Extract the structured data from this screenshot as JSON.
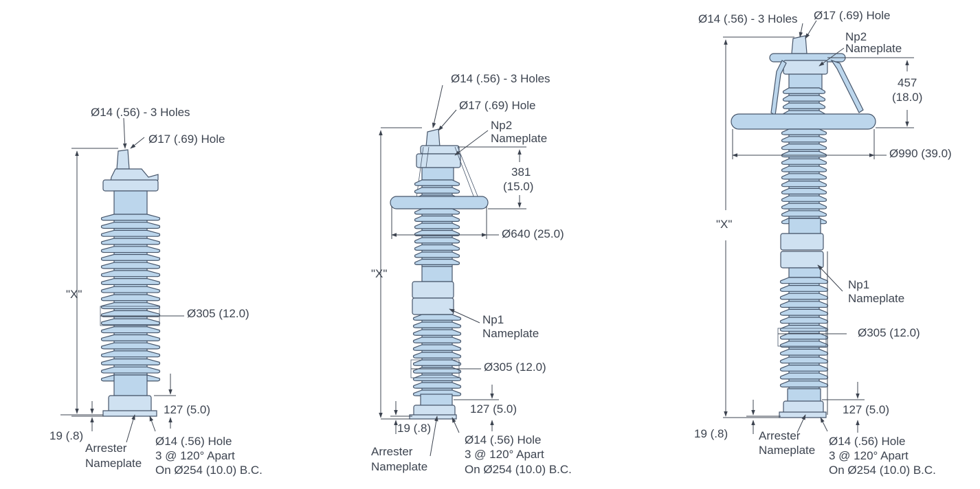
{
  "drawings": [
    {
      "labels": {
        "top_holes": "Ø14 (.56) - 3 Holes",
        "top_hole": "Ø17 (.69) Hole",
        "height": "\"X\"",
        "diameter": "Ø305 (12.0)",
        "base_height": "127 (5.0)",
        "base_thickness": "19 (.8)",
        "arrester_np_1": "Arrester",
        "arrester_np_2": "Nameplate",
        "base_hole_1": "Ø14 (.56) Hole",
        "base_hole_2": "3 @ 120° Apart",
        "base_hole_3": "On Ø254 (10.0) B.C."
      }
    },
    {
      "labels": {
        "top_holes": "Ø14 (.56) - 3 Holes",
        "top_hole": "Ø17 (.69) Hole",
        "np2_1": "Np2",
        "np2_2": "Nameplate",
        "ring_height_1": "381",
        "ring_height_2": "(15.0)",
        "ring_diameter": "Ø640 (25.0)",
        "height": "\"X\"",
        "np1_1": "Np1",
        "np1_2": "Nameplate",
        "diameter": "Ø305 (12.0)",
        "base_height": "127 (5.0)",
        "base_thickness": "19 (.8)",
        "arrester_np_1": "Arrester",
        "arrester_np_2": "Nameplate",
        "base_hole_1": "Ø14 (.56) Hole",
        "base_hole_2": "3 @ 120° Apart",
        "base_hole_3": "On Ø254 (10.0) B.C."
      }
    },
    {
      "labels": {
        "top_holes": "Ø14 (.56) - 3 Holes",
        "top_hole": "Ø17 (.69) Hole",
        "np2_1": "Np2",
        "np2_2": "Nameplate",
        "ring_height_1": "457",
        "ring_height_2": "(18.0)",
        "ring_diameter": "Ø990 (39.0)",
        "height": "\"X\"",
        "np1_1": "Np1",
        "np1_2": "Nameplate",
        "diameter": "Ø305 (12.0)",
        "base_height": "127 (5.0)",
        "base_thickness": "19 (.8)",
        "arrester_np_1": "Arrester",
        "arrester_np_2": "Nameplate",
        "base_hole_1": "Ø14 (.56) Hole",
        "base_hole_2": "3 @ 120° Apart",
        "base_hole_3": "On Ø254 (10.0) B.C."
      }
    }
  ],
  "colors": {
    "body_fill": "#bcd6ec",
    "outline": "#46556a",
    "text": "#3d4450"
  }
}
